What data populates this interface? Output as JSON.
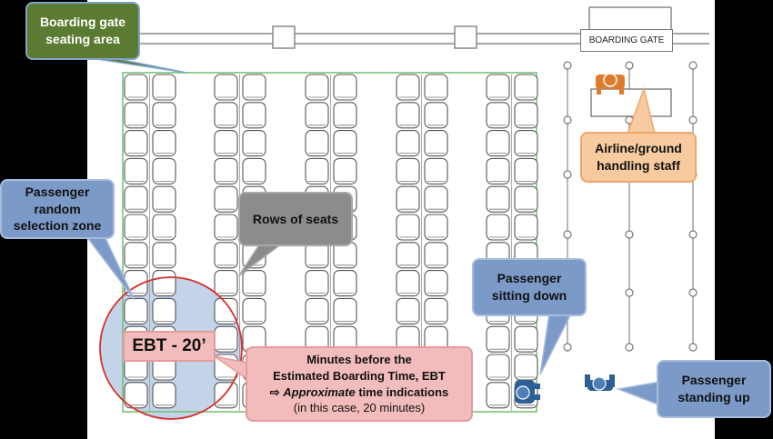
{
  "callouts": {
    "seating_area": [
      "Boarding gate",
      "seating area"
    ],
    "random_zone": [
      "Passenger",
      "random",
      "selection zone"
    ],
    "rows_of_seats": "Rows of seats",
    "staff": [
      "Airline/ground",
      "handling staff"
    ],
    "sitting_down": [
      "Passenger",
      "sitting down"
    ],
    "standing_up": [
      "Passenger",
      "standing up"
    ],
    "ebt_note": {
      "line1": "Minutes before the",
      "line2": "Estimated Boarding Time, EBT",
      "line3_arrow": "⇨",
      "line3_italic": "Approximate",
      "line3_rest": " time indications",
      "line4": "(in this case, 20 minutes)"
    }
  },
  "ebt_label": "EBT - 20’",
  "gate_label": "BOARDING GATE",
  "colors": {
    "callout_green": "#5a7b31",
    "callout_blue": "#7c9ac8",
    "callout_gray": "#8c8c8c",
    "callout_orange": "#f8caa0",
    "callout_pink": "#f2bcbc",
    "zone_circle_stroke": "#d93030",
    "zone_fill": "#b9cbe4",
    "seat_area_border": "#6fbf6f",
    "person_blue": "#2e5f94",
    "staff_orange": "#e07b2d"
  },
  "icons": [
    "chair-icon",
    "passenger-sitting-icon",
    "passenger-standing-icon",
    "staff-desk-icon"
  ]
}
